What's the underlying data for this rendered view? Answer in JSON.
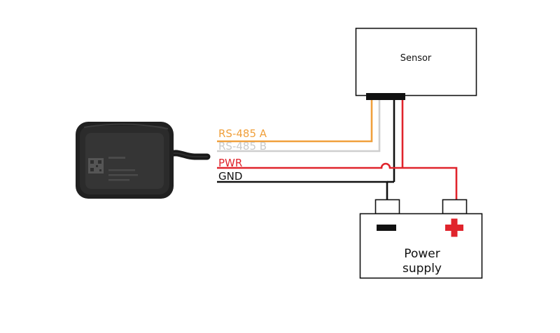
{
  "sensor": {
    "label": "Sensor"
  },
  "power_supply": {
    "line1": "Power",
    "line2": "supply"
  },
  "wires": [
    {
      "label": "RS-485 A",
      "color": "#f0a03c"
    },
    {
      "label": "RS-485 B",
      "color": "#cfcfcf"
    },
    {
      "label": "PWR",
      "color": "#e0242c"
    },
    {
      "label": "GND",
      "color": "#111111"
    }
  ],
  "colors": {
    "outline": "#111111",
    "plus_terminal": "#e0242c",
    "minus_terminal": "#111111",
    "device_body": "#2a2a2a"
  },
  "icons": {
    "plus": "plus-icon",
    "minus": "minus-icon"
  }
}
